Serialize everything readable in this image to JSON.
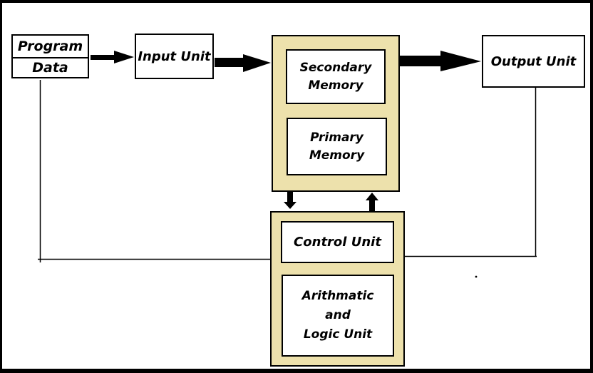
{
  "colors": {
    "tan_fill": "#EDE1AC",
    "line": "#000000",
    "background": "#FFFFFF"
  },
  "nodes": {
    "program_data": {
      "line1": "Program",
      "line2": "Data"
    },
    "input_unit": {
      "label": "Input Unit"
    },
    "secondary_memory": {
      "line1": "Secondary",
      "line2": "Memory"
    },
    "primary_memory": {
      "line1": "Primary",
      "line2": "Memory"
    },
    "output_unit": {
      "label": "Output Unit"
    },
    "control_unit": {
      "label": "Control Unit"
    },
    "alu": {
      "line1": "Arithmatic",
      "line2": "and",
      "line3": "Logic Unit"
    }
  }
}
